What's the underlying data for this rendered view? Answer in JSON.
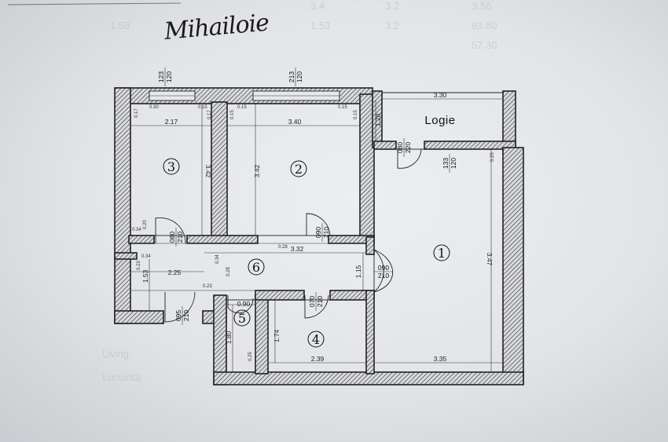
{
  "signature": "Mihailoie",
  "rooms": [
    {
      "id": "1",
      "label": "1"
    },
    {
      "id": "2",
      "label": "2"
    },
    {
      "id": "3",
      "label": "3"
    },
    {
      "id": "4",
      "label": "4"
    },
    {
      "id": "5",
      "label": "5"
    },
    {
      "id": "6",
      "label": "6"
    }
  ],
  "logie_label": "Logie",
  "windows": {
    "room3": [
      "123",
      "120"
    ],
    "room2": [
      "213",
      "120"
    ],
    "room1": [
      "133",
      "120"
    ]
  },
  "doors": {
    "room3": [
      "080",
      "210"
    ],
    "room2": [
      "090",
      "210"
    ],
    "room1": [
      "090",
      "210"
    ],
    "room4": [
      "070",
      "210"
    ],
    "entrance": [
      "095",
      "210"
    ],
    "logie": [
      "080",
      "220"
    ]
  },
  "dimensions": {
    "logie_width": "3.30",
    "room1_height": "3.47",
    "room1_width": "3.35",
    "room2_width": "3.40",
    "room2_height": "3.42",
    "room3_width": "2.17",
    "room3_height": "3.42",
    "hall_width": "3.32",
    "hall_left": "2.25",
    "hall_height": "1.53",
    "hall_right": "1.15",
    "room4_width": "2.39",
    "room4_height": "1.74",
    "room5_width": "0.90",
    "room5_height": "1.80",
    "logie_offset": "1.28"
  },
  "small_dimensions": [
    "0.30",
    "0.17",
    "0.15",
    "0.15",
    "0.15",
    "0.15",
    "0.17",
    "0.15",
    "0.34",
    "0.20",
    "0.34",
    "0.23",
    "0.28",
    "0.34",
    "0.23",
    "0.25",
    "0.28",
    "0.25"
  ],
  "background_text": [
    "3.4",
    "3.2",
    "3.56",
    "1.53",
    "3.2",
    "1.53",
    "93.80",
    "57.30",
    "Living",
    "Locuinta"
  ]
}
